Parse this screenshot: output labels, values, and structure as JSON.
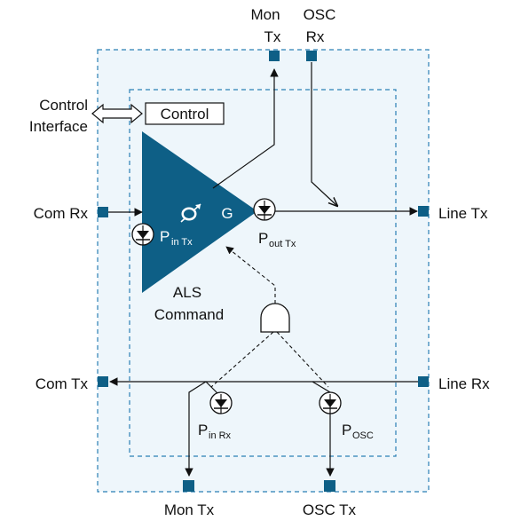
{
  "ports": {
    "mon_tx_top": "Mon Tx",
    "mon_tx_top_line1": "Mon",
    "mon_tx_top_line2": "Tx",
    "osc_rx_line1": "OSC",
    "osc_rx_line2": "Rx",
    "com_rx": "Com Rx",
    "line_tx": "Line Tx",
    "com_tx": "Com Tx",
    "line_rx": "Line Rx",
    "mon_tx_bottom": "Mon Tx",
    "osc_tx": "OSC Tx"
  },
  "control": {
    "interface_line1": "Control",
    "interface_line2": "Interface",
    "box_label": "Control"
  },
  "amplifier": {
    "gain_label": "G",
    "als_line1": "ALS",
    "als_line2": "Command"
  },
  "detectors": {
    "pin_tx": {
      "main": "P",
      "sub": "in Tx"
    },
    "pout_tx": {
      "main": "P",
      "sub": "out Tx"
    },
    "pin_rx": {
      "main": "P",
      "sub": "in Rx"
    },
    "posc": {
      "main": "P",
      "sub": "OSC"
    }
  },
  "colors": {
    "amplifier_fill": "#0e5f86",
    "port_fill": "#0e5f86",
    "outer_fill": "#eef6fb",
    "dashed_border": "#2a7fb5",
    "line": "#111111"
  }
}
